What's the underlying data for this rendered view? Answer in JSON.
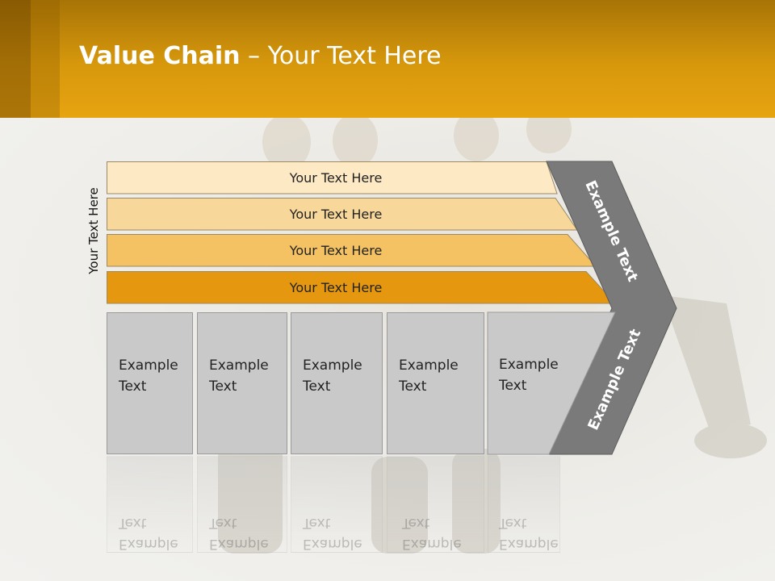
{
  "title": {
    "bold": "Value Chain",
    "rest": " – Your Text Here"
  },
  "side_label": "Your Text Here",
  "bars": [
    {
      "label": "Your Text Here",
      "color": "#fde9c4"
    },
    {
      "label": "Your Text Here",
      "color": "#f8d79b"
    },
    {
      "label": "Your Text Here",
      "color": "#f4c262"
    },
    {
      "label": "Your Text Here",
      "color": "#e5980f"
    }
  ],
  "boxes": [
    {
      "line1": "Example",
      "line2": "Text"
    },
    {
      "line1": "Example",
      "line2": "Text"
    },
    {
      "line1": "Example",
      "line2": "Text"
    },
    {
      "line1": "Example",
      "line2": "Text"
    },
    {
      "line1": "Example",
      "line2": "Text"
    }
  ],
  "chevron_top_text": "Example Text",
  "chevron_bottom_text": "Example Text",
  "colors": {
    "header": "#e2a010",
    "chevron": "#7a7a7a",
    "box": "#c9c9c9"
  }
}
